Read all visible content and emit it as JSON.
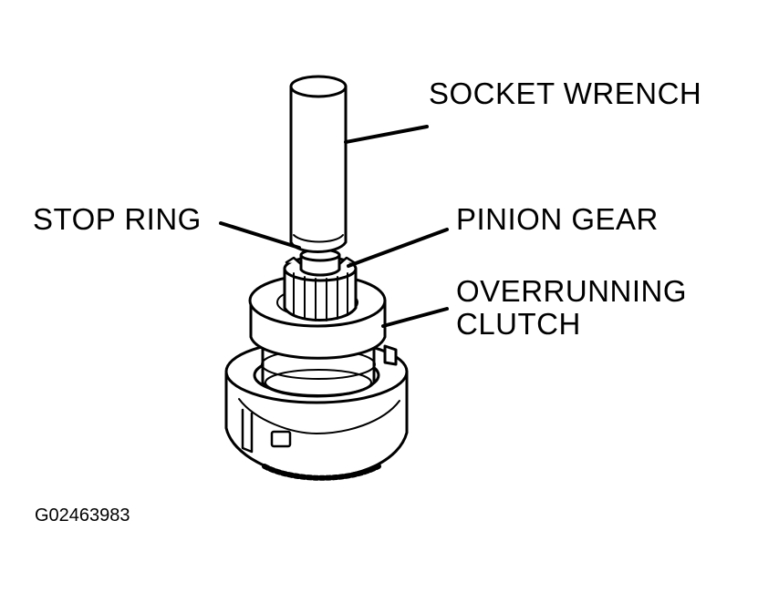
{
  "labels": {
    "socket_wrench": "SOCKET WRENCH",
    "stop_ring": "STOP RING",
    "pinion_gear": "PINION GEAR",
    "overrunning_clutch_line1": "OVERRUNNING",
    "overrunning_clutch_line2": "CLUTCH"
  },
  "figure_id": "G02463983"
}
